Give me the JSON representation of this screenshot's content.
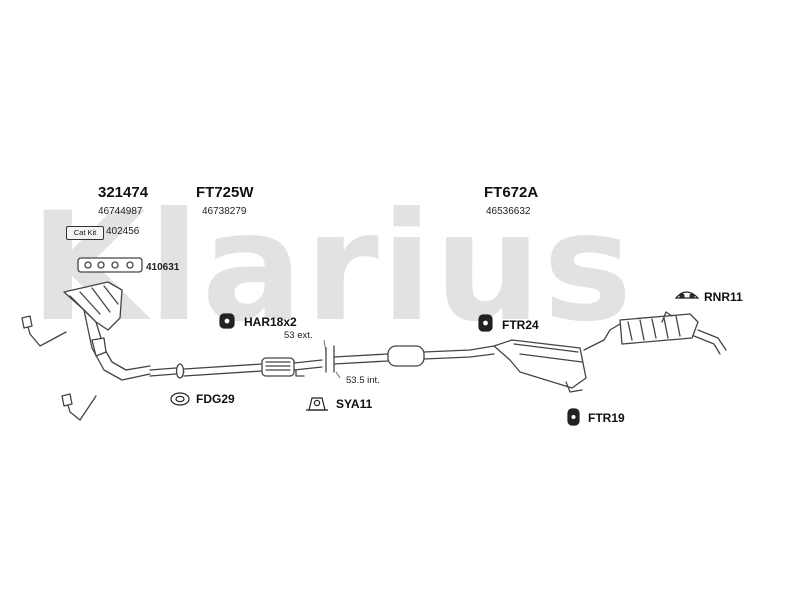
{
  "watermark": "Klarius",
  "parts": {
    "manifold": {
      "code": "321474",
      "number": "46744987",
      "catkit_badge": "Cat Kit",
      "catkit_number": "402456",
      "gasket": "410631"
    },
    "front_pipe": {
      "code": "FT725W",
      "number": "46738279"
    },
    "rear_section": {
      "code": "FT672A",
      "number": "46536632"
    }
  },
  "fittings": {
    "rnr11": "RNR11",
    "har18x2": "HAR18x2",
    "ftr24": "FTR24",
    "fdg29": "FDG29",
    "sya11": "SYA11",
    "ftr19": "FTR19"
  },
  "dimensions": {
    "ext": "53 ext.",
    "int": "53.5 int."
  },
  "colors": {
    "line": "#444444",
    "watermark": "#e2e2e2"
  }
}
